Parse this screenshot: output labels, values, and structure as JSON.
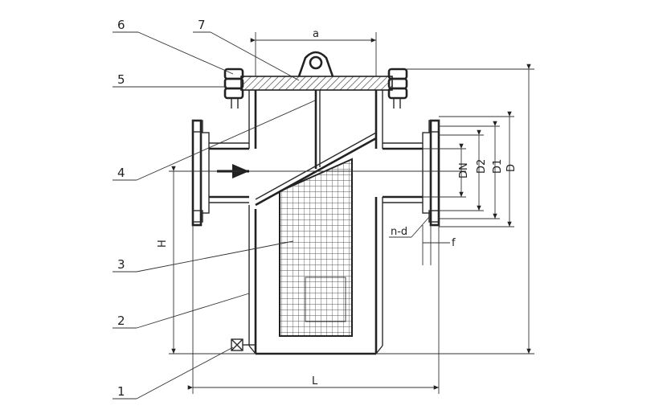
{
  "drawing": {
    "watermark": "",
    "part_labels": [
      "1",
      "2",
      "3",
      "4",
      "5",
      "6",
      "7"
    ],
    "dimensions": {
      "top_width": "a",
      "height": "H",
      "length": "L",
      "bore": "DN",
      "d2": "D2",
      "d1": "D1",
      "d": "D",
      "holes": "n-d",
      "thickness": "f"
    }
  }
}
